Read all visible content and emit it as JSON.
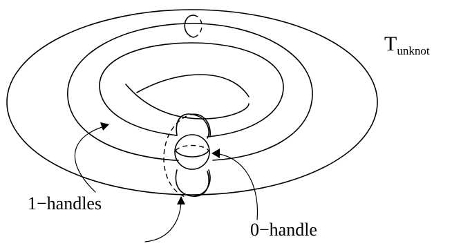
{
  "labels": {
    "torus_name": "T",
    "torus_subscript": "unknot",
    "one_handles": "1−handles",
    "zero_handle": "0−handle"
  },
  "colors": {
    "background": "#ffffff",
    "ink": "#000000"
  }
}
